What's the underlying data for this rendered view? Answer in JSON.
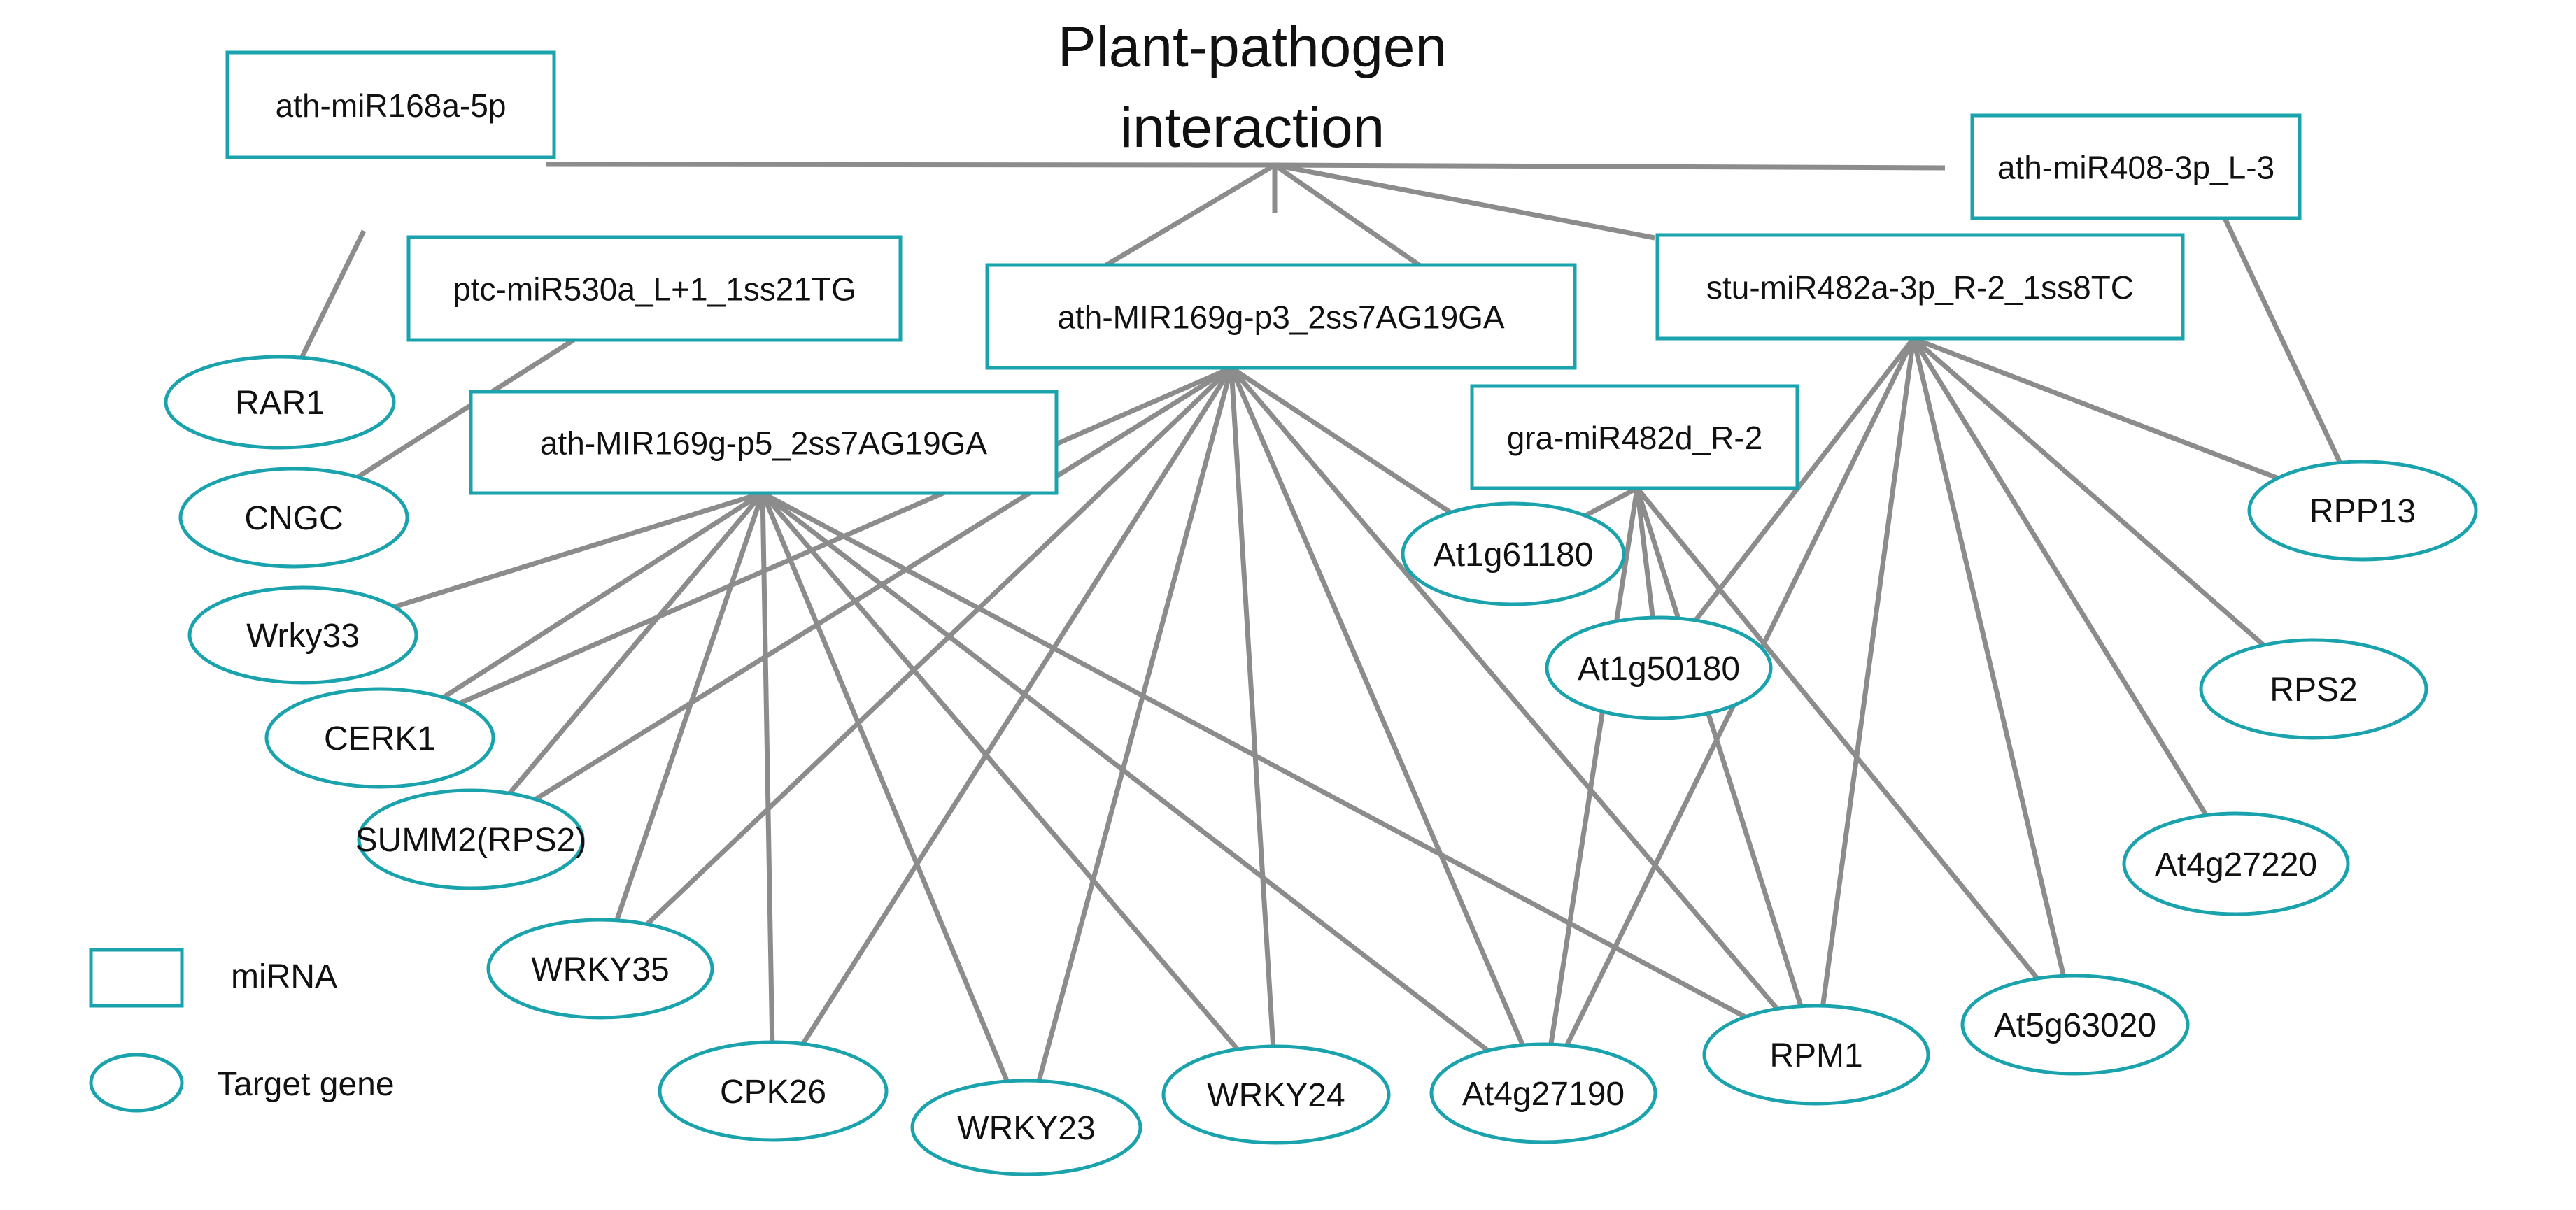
{
  "title": [
    "Plant-pathogen",
    "interaction"
  ],
  "colors": {
    "node_outline": "#1aa3ad",
    "edge": "#8c8c8c",
    "text": "#111111",
    "background": "#ffffff"
  },
  "legend": {
    "mirna_label": "miRNA",
    "target_label": "Target gene"
  },
  "nodes": [
    {
      "id": "hub",
      "type": "hub",
      "label": ""
    },
    {
      "id": "m168",
      "type": "mirna",
      "label": "ath-miR168a-5p"
    },
    {
      "id": "m530",
      "type": "mirna",
      "label": "ptc-miR530a_L+1_1ss21TG"
    },
    {
      "id": "m169p3",
      "type": "mirna",
      "label": "ath-MIR169g-p3_2ss7AG19GA"
    },
    {
      "id": "m169p5",
      "type": "mirna",
      "label": "ath-MIR169g-p5_2ss7AG19GA"
    },
    {
      "id": "m482a",
      "type": "mirna",
      "label": "stu-miR482a-3p_R-2_1ss8TC"
    },
    {
      "id": "m408",
      "type": "mirna",
      "label": "ath-miR408-3p_L-3"
    },
    {
      "id": "m482d",
      "type": "mirna",
      "label": "gra-miR482d_R-2"
    },
    {
      "id": "RAR1",
      "type": "target",
      "label": "RAR1"
    },
    {
      "id": "CNGC",
      "type": "target",
      "label": "CNGC"
    },
    {
      "id": "Wrky33",
      "type": "target",
      "label": "Wrky33"
    },
    {
      "id": "CERK1",
      "type": "target",
      "label": "CERK1"
    },
    {
      "id": "SUMM2",
      "type": "target",
      "label": "SUMM2(RPS2)"
    },
    {
      "id": "WRKY35",
      "type": "target",
      "label": "WRKY35"
    },
    {
      "id": "CPK26",
      "type": "target",
      "label": "CPK26"
    },
    {
      "id": "WRKY23",
      "type": "target",
      "label": "WRKY23"
    },
    {
      "id": "WRKY24",
      "type": "target",
      "label": "WRKY24"
    },
    {
      "id": "At4g27190",
      "type": "target",
      "label": "At4g27190"
    },
    {
      "id": "RPM1",
      "type": "target",
      "label": "RPM1"
    },
    {
      "id": "At5g63020",
      "type": "target",
      "label": "At5g63020"
    },
    {
      "id": "At4g27220",
      "type": "target",
      "label": "At4g27220"
    },
    {
      "id": "RPS2",
      "type": "target",
      "label": "RPS2"
    },
    {
      "id": "RPP13",
      "type": "target",
      "label": "RPP13"
    },
    {
      "id": "At1g61180",
      "type": "target",
      "label": "At1g61180"
    },
    {
      "id": "At1g50180",
      "type": "target",
      "label": "At1g50180"
    }
  ],
  "edges": [
    [
      "hub",
      "m168"
    ],
    [
      "hub",
      "m408"
    ],
    [
      "hub",
      "m530"
    ],
    [
      "hub",
      "m169p3"
    ],
    [
      "hub",
      "m482a"
    ],
    [
      "hub",
      "m482d"
    ],
    [
      "hub",
      "m169p5"
    ],
    [
      "m168",
      "RAR1"
    ],
    [
      "m530",
      "CNGC"
    ],
    [
      "m408",
      "RPP13"
    ],
    [
      "m169p5",
      "Wrky33"
    ],
    [
      "m169p5",
      "CERK1"
    ],
    [
      "m169p5",
      "SUMM2"
    ],
    [
      "m169p5",
      "WRKY35"
    ],
    [
      "m169p5",
      "CPK26"
    ],
    [
      "m169p5",
      "WRKY23"
    ],
    [
      "m169p5",
      "WRKY24"
    ],
    [
      "m169p5",
      "At4g27190"
    ],
    [
      "m169p5",
      "RPM1"
    ],
    [
      "m169p3",
      "CERK1"
    ],
    [
      "m169p3",
      "SUMM2"
    ],
    [
      "m169p3",
      "WRKY35"
    ],
    [
      "m169p3",
      "CPK26"
    ],
    [
      "m169p3",
      "WRKY23"
    ],
    [
      "m169p3",
      "WRKY24"
    ],
    [
      "m169p3",
      "At4g27190"
    ],
    [
      "m169p3",
      "At1g61180"
    ],
    [
      "m169p3",
      "RPM1"
    ],
    [
      "m482d",
      "At1g61180"
    ],
    [
      "m482d",
      "At1g50180"
    ],
    [
      "m482d",
      "At4g27190"
    ],
    [
      "m482d",
      "RPM1"
    ],
    [
      "m482d",
      "At5g63020"
    ],
    [
      "m482a",
      "At1g50180"
    ],
    [
      "m482a",
      "At4g27190"
    ],
    [
      "m482a",
      "RPM1"
    ],
    [
      "m482a",
      "At5g63020"
    ],
    [
      "m482a",
      "At4g27220"
    ],
    [
      "m482a",
      "RPS2"
    ],
    [
      "m482a",
      "RPP13"
    ]
  ]
}
